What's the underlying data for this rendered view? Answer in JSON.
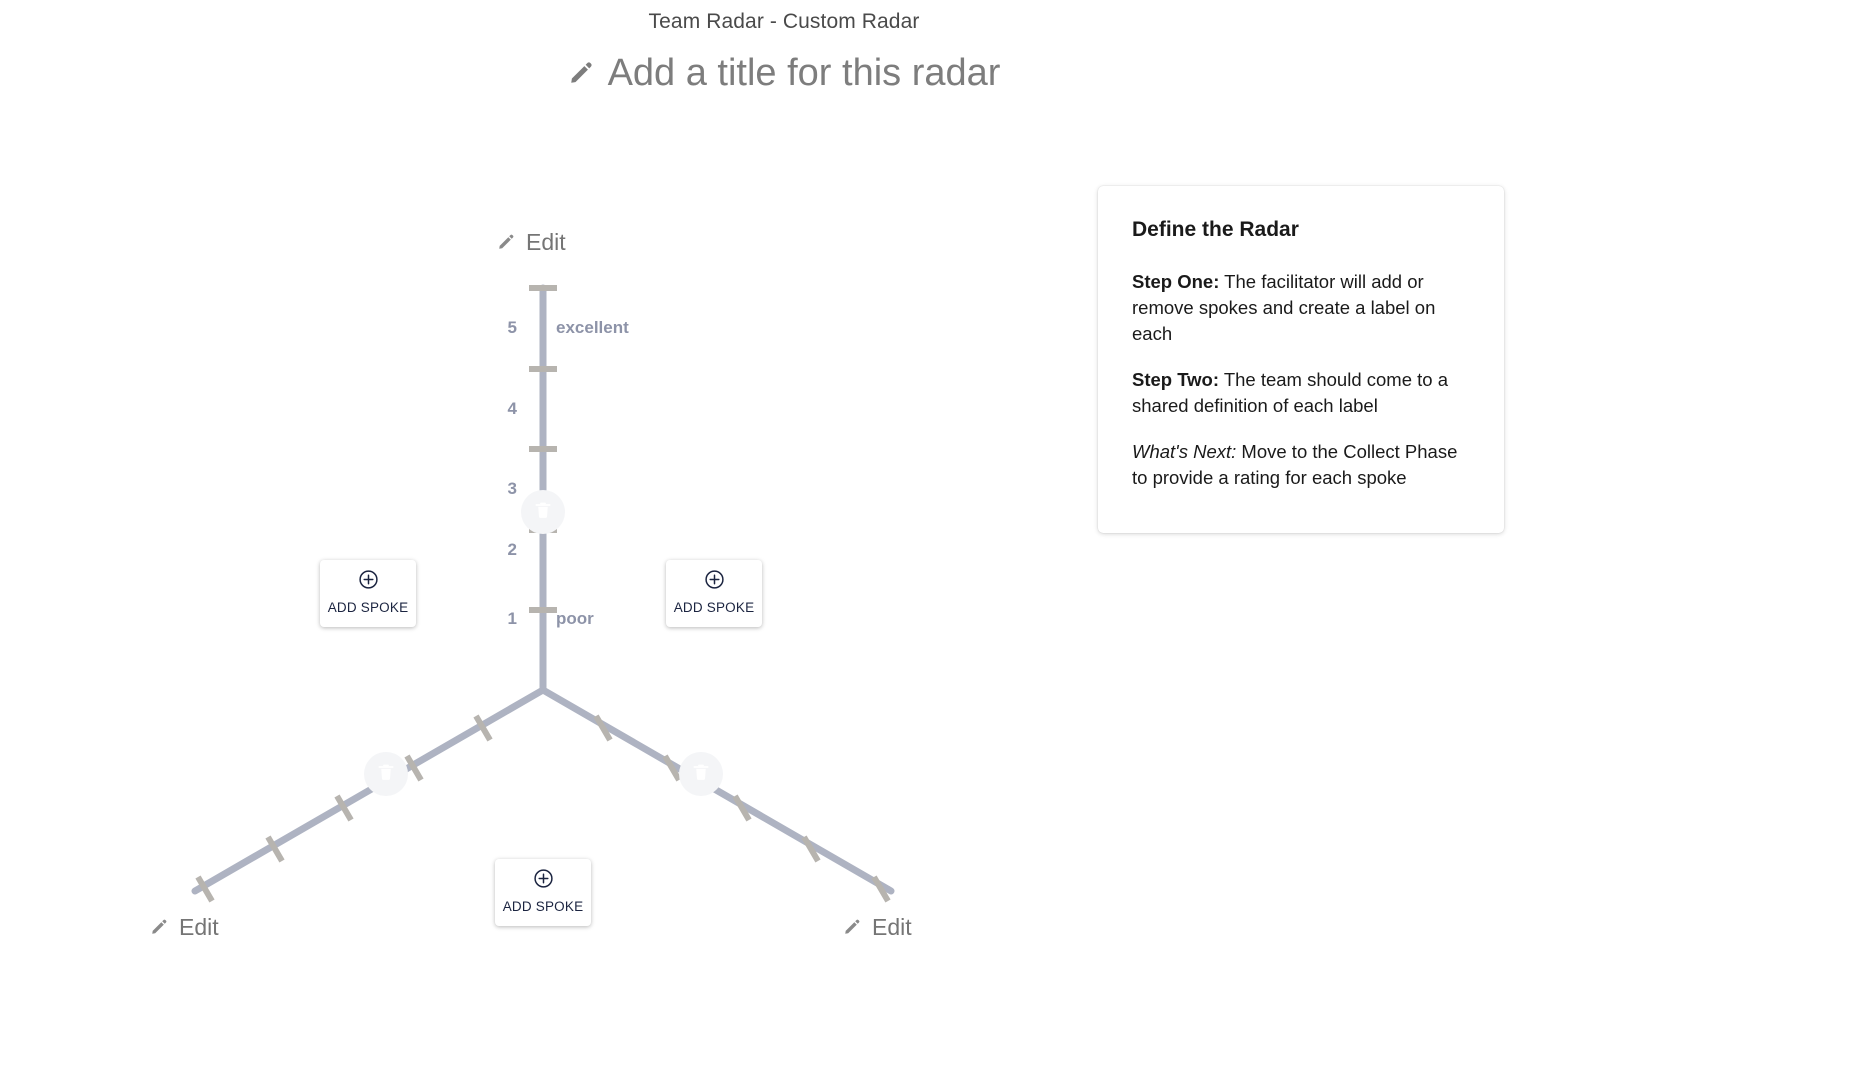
{
  "header": {
    "breadcrumb": "Team Radar - Custom Radar",
    "title_placeholder": "Add a title for this radar",
    "edit_title_icon": "pencil-icon"
  },
  "radar": {
    "scale": {
      "ticks": [
        {
          "value": "5",
          "label": "excellent"
        },
        {
          "value": "4",
          "label": ""
        },
        {
          "value": "3",
          "label": ""
        },
        {
          "value": "2",
          "label": ""
        },
        {
          "value": "1",
          "label": "poor"
        }
      ],
      "min_label": "poor",
      "max_label": "excellent"
    },
    "spokes": [
      {
        "id": "spoke-top",
        "label": "Edit",
        "angle_deg": 90,
        "edit_icon": "pencil-icon",
        "delete_icon": "trash-icon",
        "tick_count": 5
      },
      {
        "id": "spoke-bottom-left",
        "label": "Edit",
        "angle_deg": 210,
        "edit_icon": "pencil-icon",
        "delete_icon": "trash-icon",
        "tick_count": 5
      },
      {
        "id": "spoke-bottom-right",
        "label": "Edit",
        "angle_deg": 330,
        "edit_icon": "pencil-icon",
        "delete_icon": "trash-icon",
        "tick_count": 5
      }
    ],
    "add_buttons": [
      {
        "id": "add-spoke-left",
        "label": "ADD SPOKE",
        "icon": "plus-circle-icon"
      },
      {
        "id": "add-spoke-right",
        "label": "ADD SPOKE",
        "icon": "plus-circle-icon"
      },
      {
        "id": "add-spoke-bottom",
        "label": "ADD SPOKE",
        "icon": "plus-circle-icon"
      }
    ],
    "colors": {
      "spoke_line": "#aeb3c2",
      "tick_mark": "#b7b4af",
      "scale_text": "#8d93a8",
      "delete_bubble": "#f4f5f7"
    }
  },
  "info_card": {
    "title": "Define the Radar",
    "steps": [
      {
        "lead": "Step One:",
        "lead_style": "bold",
        "text": " The facilitator will add or remove spokes and create a label on each"
      },
      {
        "lead": "Step Two:",
        "lead_style": "bold",
        "text": " The team should come to a shared definition of each label"
      },
      {
        "lead": "What's Next:",
        "lead_style": "italic",
        "text": " Move to the Collect Phase to provide a rating for each spoke"
      }
    ]
  },
  "chart_data": {
    "type": "radar",
    "title": "Add a title for this radar",
    "axes": [
      {
        "name": "Edit",
        "angle_deg": 90,
        "value": null
      },
      {
        "name": "Edit",
        "angle_deg": 210,
        "value": null
      },
      {
        "name": "Edit",
        "angle_deg": 330,
        "value": null
      }
    ],
    "scale_min": 1,
    "scale_max": 5,
    "scale_ticks": [
      1,
      2,
      3,
      4,
      5
    ],
    "scale_min_label": "poor",
    "scale_max_label": "excellent",
    "series": [],
    "grid": false,
    "legend": "none"
  }
}
